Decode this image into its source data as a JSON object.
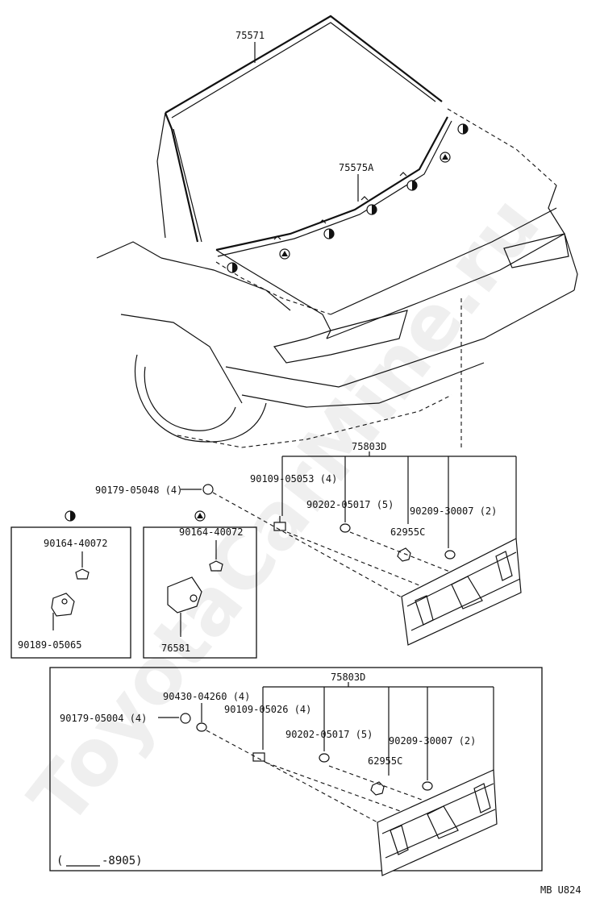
{
  "labels": {
    "moulding_upper": "75571",
    "moulding_lower": "75575A",
    "garnish_top": "75803D",
    "nut_top": "90179-05048 (4)",
    "screw_top": "90109-05053 (4)",
    "washer_top": "90202-05017 (5)",
    "clip_small_top": "62955C",
    "washer2_top": "90209-30007 (2)",
    "box1_screw": "90164-40072",
    "box1_clip": "90189-05065",
    "box2_screw": "90164-40072",
    "box2_bracket": "76581",
    "garnish_bottom": "75803D",
    "nut_bottom": "90179-05004 (4)",
    "washer_extra_bottom": "90430-04260 (4)",
    "screw_bottom": "90109-05026 (4)",
    "washer_bottom": "90202-05017 (5)",
    "clip_small_bottom": "62955C",
    "washer2_bottom": "90209-30007 (2)",
    "range_prefix": "(",
    "range_end": "-8905)",
    "diagram_code": "MB U824"
  },
  "watermark": "ToyotaCarMine.ru",
  "icons": {
    "half_circle": "half-filled-circle",
    "triangle": "filled-triangle-in-circle"
  }
}
